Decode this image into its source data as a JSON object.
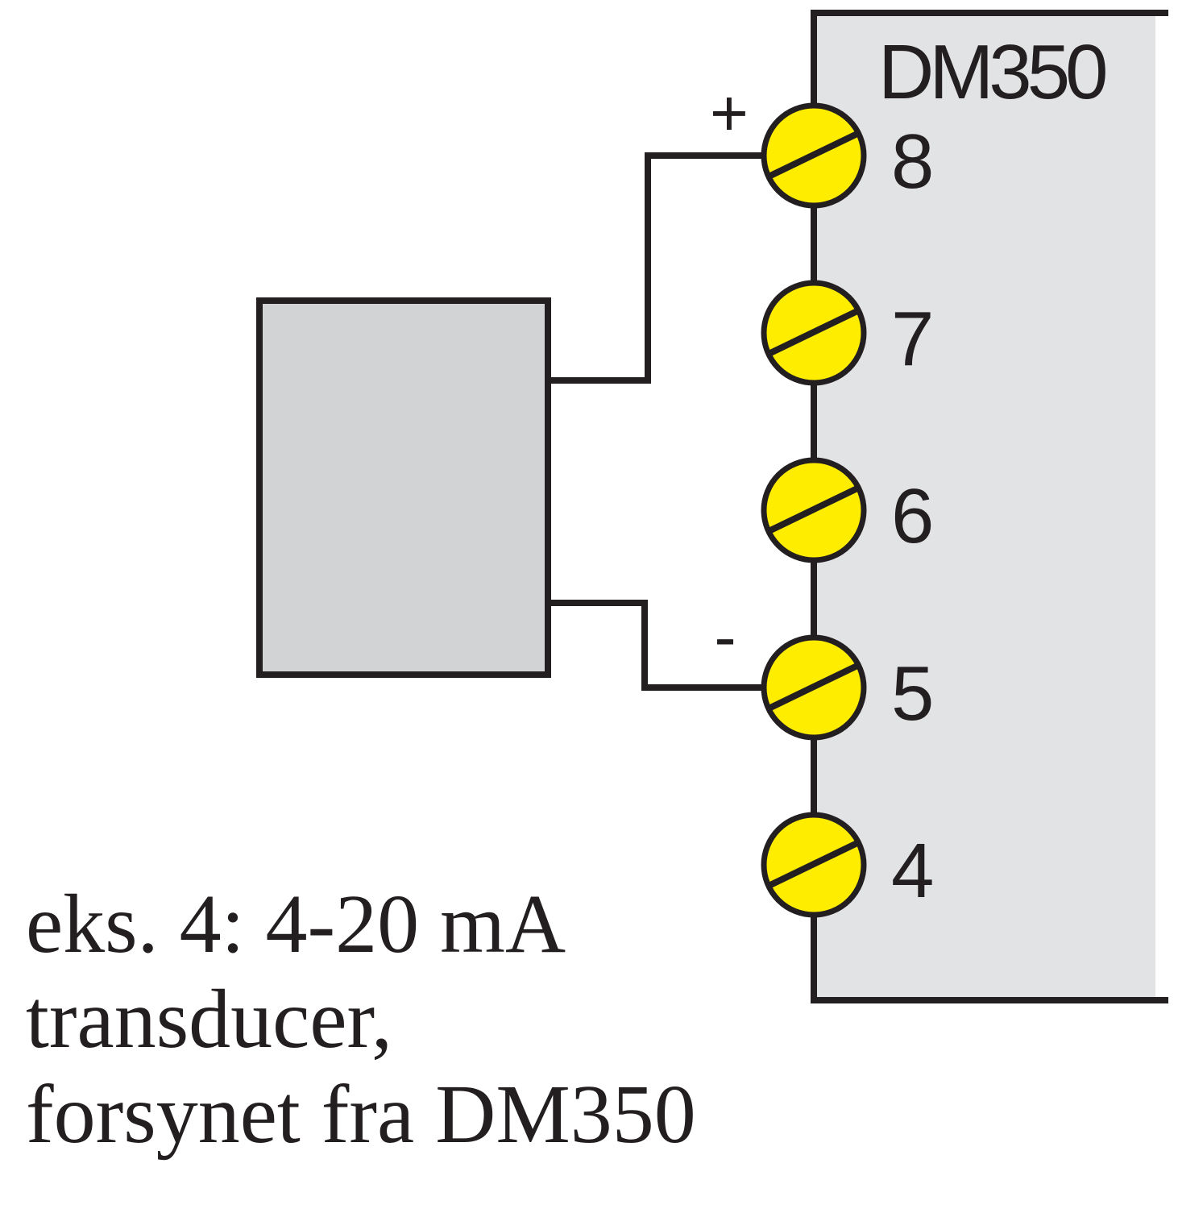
{
  "device": {
    "name": "DM350",
    "terminals": [
      "8",
      "7",
      "6",
      "5",
      "4"
    ]
  },
  "polarity": {
    "plus": "+",
    "minus": "-"
  },
  "caption": {
    "line1": "eks. 4: 4-20 mA",
    "line2": "transducer,",
    "line3": "forsynet fra DM350"
  },
  "colors": {
    "device_fill": "#e2e3e5",
    "transducer_fill": "#d1d3d4",
    "terminal_fill": "#ffed00",
    "line": "#231f20"
  }
}
